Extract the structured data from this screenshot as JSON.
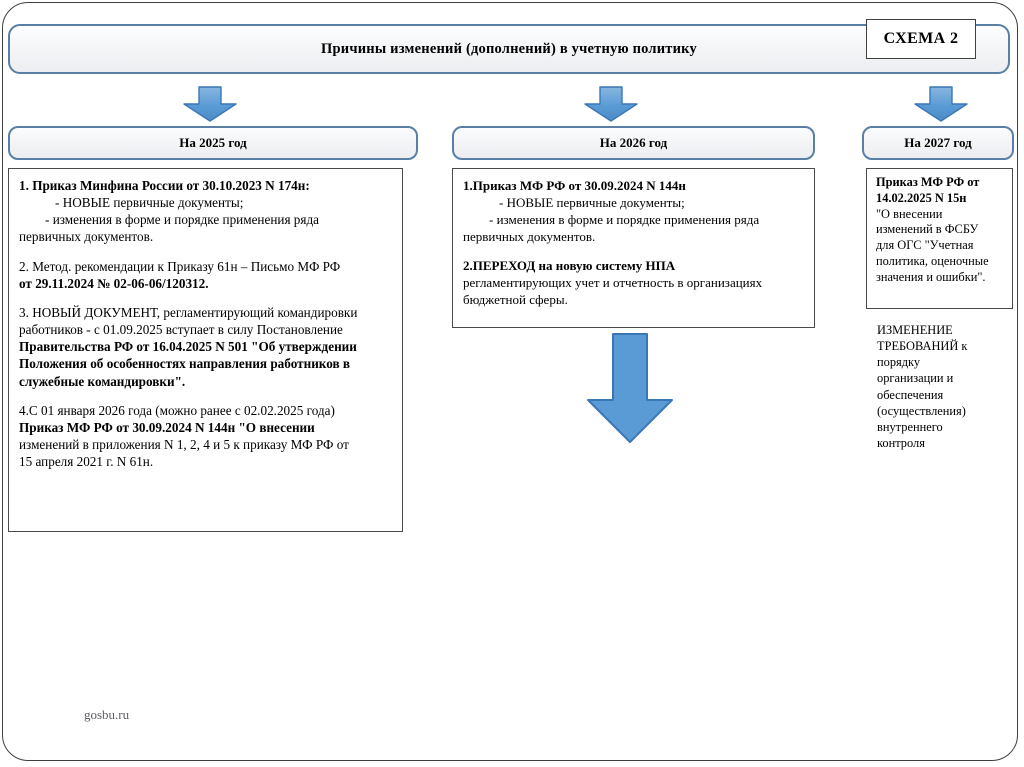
{
  "page": {
    "scheme_label": "СХЕМА 2",
    "banner_title": "Причины изменений (дополнений) в учетную политику",
    "footer": "gosbu.ru"
  },
  "colors": {
    "frame_border": "#3f3f3f",
    "banner_border": "#5a7fa5",
    "banner_fill": "#f1f3f5",
    "arrow_fill": "#5b9bd5",
    "arrow_border": "#3a77b5",
    "box_border": "#4a4a4a",
    "footer_text": "#5c5c66"
  },
  "columns": [
    {
      "id": "col-2025",
      "header": "На 2025 год",
      "blocks": [
        {
          "lines": [
            {
              "text": "1. Приказ Минфина России от 30.10.2023 N 174н:",
              "bold": true,
              "indent": 0
            },
            {
              "text": "- НОВЫЕ первичные документы;",
              "bold": false,
              "indent": 2
            },
            {
              "text": "- изменения в форме и порядке применения ряда",
              "bold": false,
              "indent": 1
            },
            {
              "text": "первичных документов.",
              "bold": false,
              "indent": 0
            }
          ]
        },
        {
          "lines": [
            {
              "text": "2. Метод. рекомендации к Приказу 61н – Письмо МФ РФ",
              "bold": false,
              "indent": 0
            },
            {
              "text": "от 29.11.2024 № 02-06-06/120312.",
              "bold": true,
              "indent": 0
            }
          ]
        },
        {
          "lines": [
            {
              "text": "3. НОВЫЙ ДОКУМЕНТ, регламентирующий командировки",
              "bold": false,
              "indent": 0
            },
            {
              "text": "работников - с 01.09.2025 вступает в силу Постановление",
              "bold": false,
              "indent": 0
            },
            {
              "text": "Правительства РФ от 16.04.2025 N 501 \"Об утверждении",
              "bold": true,
              "indent": 0
            },
            {
              "text": "Положения об особенностях направления работников в",
              "bold": true,
              "indent": 0
            },
            {
              "text": "служебные командировки\".",
              "bold": true,
              "indent": 0
            }
          ]
        },
        {
          "lines": [
            {
              "text": "4.С 01 января 2026 года (можно ранее с 02.02.2025 года)",
              "bold": false,
              "indent": 0
            },
            {
              "text": "Приказ МФ РФ от 30.09.2024 N 144н \"О внесении",
              "bold": true,
              "indent": 0
            },
            {
              "text": "изменений в приложения N 1, 2, 4 и 5 к приказу МФ РФ от",
              "bold": false,
              "indent": 0
            },
            {
              "text": "15 апреля 2021 г. N 61н.",
              "bold": false,
              "indent": 0
            }
          ]
        }
      ]
    },
    {
      "id": "col-2026",
      "header": "На 2026 год",
      "blocks": [
        {
          "lines": [
            {
              "text": "1.Приказ МФ РФ от 30.09.2024 N 144н",
              "bold": true,
              "indent": 0
            },
            {
              "text": "- НОВЫЕ первичные документы;",
              "bold": false,
              "indent": 2
            },
            {
              "text": "- изменения в форме и порядке применения ряда",
              "bold": false,
              "indent": 1
            },
            {
              "text": "первичных документов.",
              "bold": false,
              "indent": 0
            }
          ]
        },
        {
          "lines": [
            {
              "text": "2.ПЕРЕХОД на новую систему НПА",
              "bold": true,
              "indent": 0
            },
            {
              "text": "регламентирующих учет и отчетность в организациях",
              "bold": false,
              "indent": 0
            },
            {
              "text": "бюджетной сферы.",
              "bold": false,
              "indent": 0
            }
          ]
        }
      ]
    },
    {
      "id": "col-2027",
      "header": "На 2027 год",
      "blocks": [
        {
          "lines": [
            {
              "text": "Приказ МФ РФ от",
              "bold": true,
              "indent": 0
            },
            {
              "text": "14.02.2025 N 15н",
              "bold": true,
              "indent": 0
            },
            {
              "text": "\"О внесении",
              "bold": false,
              "indent": 0
            },
            {
              "text": "изменений в ФСБУ",
              "bold": false,
              "indent": 0
            },
            {
              "text": "для ОГС \"Учетная",
              "bold": false,
              "indent": 0
            },
            {
              "text": "политика, оценочные",
              "bold": false,
              "indent": 0
            },
            {
              "text": "значения и ошибки\".",
              "bold": false,
              "indent": 0
            }
          ]
        }
      ],
      "note": {
        "lines": [
          {
            "text": "ИЗМЕНЕНИЕ",
            "bold": false,
            "indent": 0
          },
          {
            "text": "ТРЕБОВАНИЙ к",
            "bold": false,
            "indent": 0
          },
          {
            "text": "порядку",
            "bold": false,
            "indent": 0
          },
          {
            "text": "организации и",
            "bold": false,
            "indent": 0
          },
          {
            "text": "обеспечения",
            "bold": false,
            "indent": 0
          },
          {
            "text": "(осуществления)",
            "bold": false,
            "indent": 0
          },
          {
            "text": "внутреннего",
            "bold": false,
            "indent": 0
          },
          {
            "text": "контроля",
            "bold": false,
            "indent": 0
          }
        ]
      }
    }
  ],
  "arrows": [
    {
      "name": "arrow-to-2025",
      "size": "small"
    },
    {
      "name": "arrow-to-2026",
      "size": "small"
    },
    {
      "name": "arrow-to-2027",
      "size": "small"
    },
    {
      "name": "arrow-2026-flow-down",
      "size": "large"
    }
  ]
}
